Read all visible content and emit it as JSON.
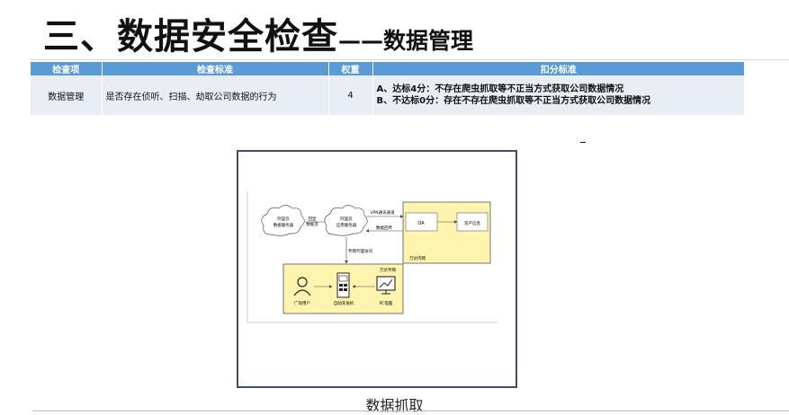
{
  "title": {
    "main": "三、数据安全检查",
    "sub": "——数据管理"
  },
  "table": {
    "headers": [
      "检查项",
      "检查标准",
      "权重",
      "扣分标准"
    ],
    "row": {
      "item": "数据管理",
      "standard": "是否存在侦听、扫描、劫取公司数据的行为",
      "weight": "4",
      "score_a": "A、达标4分：不存在爬虫抓取等不正当方式获取公司数据情况",
      "score_b": "B、不达标0分：存在不存在爬虫抓取等不正当方式获取公司数据情况"
    }
  },
  "diagram": {
    "cloud1": [
      "阿里云",
      "数据服务器"
    ],
    "link1": [
      "回显",
      "数据流"
    ],
    "cloud2": [
      "阿里云",
      "应用服务器"
    ],
    "vpn": "VPN通讯通道",
    "sync": "数据回传",
    "oa": "OA",
    "asset": "资产信息",
    "wanda_net": "万达内网",
    "proxy": "专网代理访问",
    "wanda_private": "万达专网",
    "user": "广场用户",
    "kiosk": "自助充值机",
    "pc": "PC电脑"
  },
  "caption": "数据抓取"
}
